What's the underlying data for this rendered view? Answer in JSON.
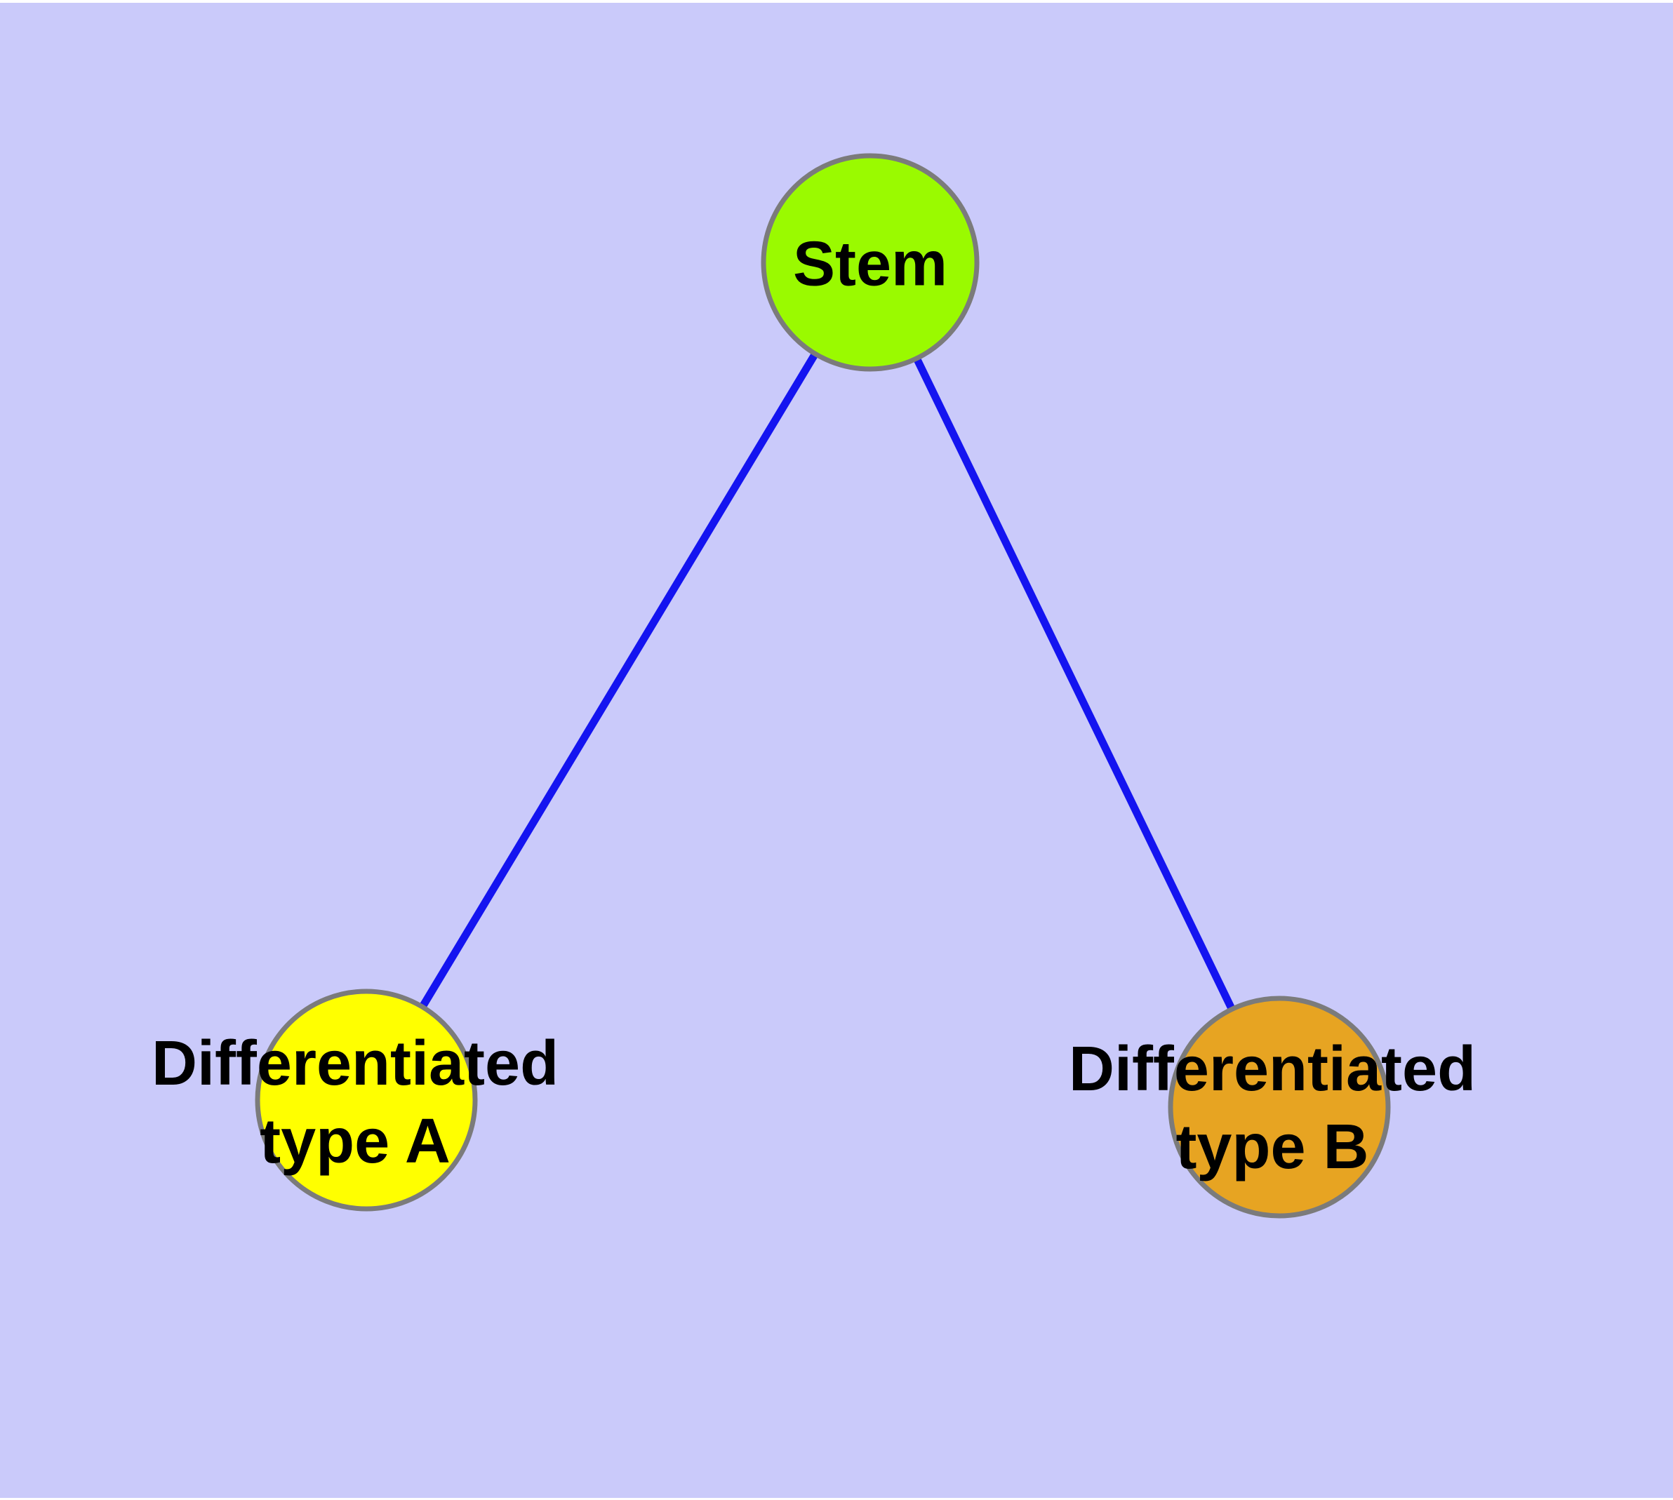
{
  "figure": {
    "background_color": "#cacafa",
    "margin_color": "#ffffff",
    "text_color": "#000000"
  },
  "nodes": {
    "stem": {
      "label": "Stem",
      "fill": "#9afa00",
      "border": "#7b7b7b"
    },
    "type_a": {
      "line1": "Differentiated",
      "line2": "type A",
      "fill": "#ffff00",
      "border": "#7b7b7b"
    },
    "type_b": {
      "line1": "Differentiated",
      "line2": "type B",
      "fill": "#e7a422",
      "border": "#7b7b7b"
    }
  },
  "edges": {
    "stem_to_a": {
      "from": "Stem",
      "to": "Differentiated type A",
      "color": "#1414f0"
    },
    "stem_to_b": {
      "from": "Stem",
      "to": "Differentiated type B",
      "color": "#1414f0"
    }
  }
}
